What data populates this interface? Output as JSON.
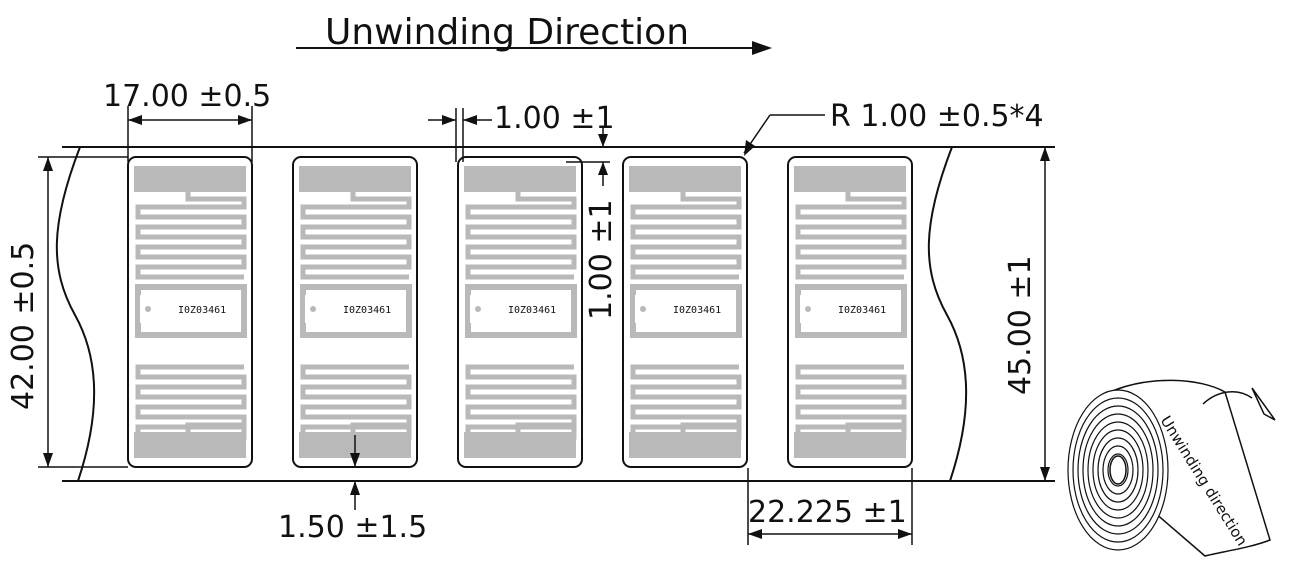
{
  "title": "Unwinding Direction",
  "dimensions": {
    "label_width": "17.00 ±0.5",
    "gap": "1.00 ±1",
    "corner_radius": "R 1.00 ±0.5*4",
    "top_margin": "1.00 ±1",
    "label_height": "42.00 ±0.5",
    "web_width": "45.00 ±1",
    "bottom_margin": "1.50 ±1.5",
    "pitch": "22.225 ±1"
  },
  "chip_code": "I0Z03461",
  "roll_caption": "Unwinding direction",
  "label_count": 5,
  "colors": {
    "line": "#111111",
    "antenna_fill": "#b9b9b9",
    "background": "#ffffff"
  }
}
